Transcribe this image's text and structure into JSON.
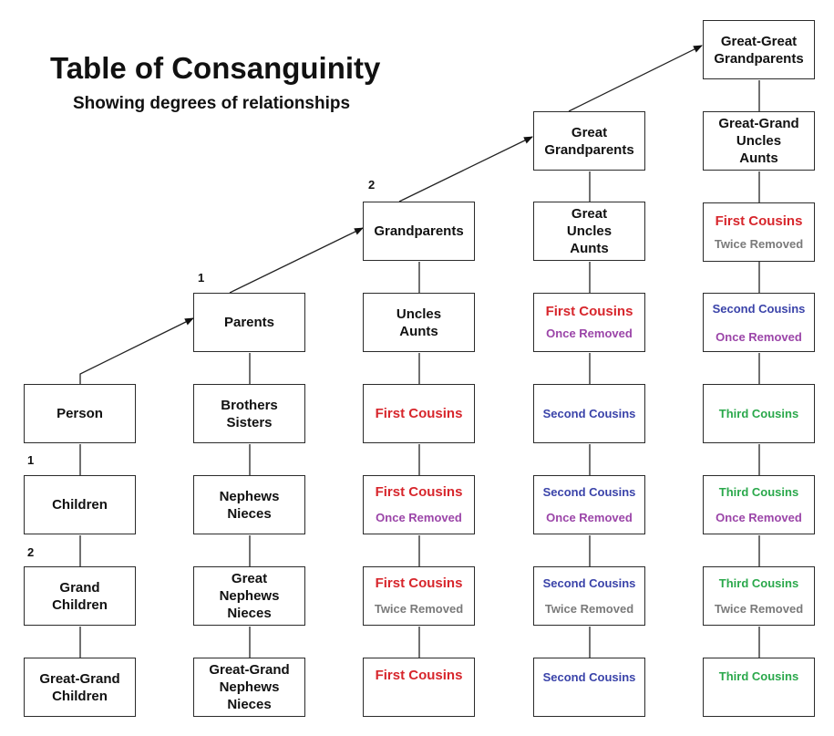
{
  "title": "Table of Consanguinity",
  "subtitle": "Showing degrees of relationships",
  "colors": {
    "first_cousins": "#d7262c",
    "once_removed": "#9b45a8",
    "twice_removed": "#7a7a7a",
    "second_cousins": "#3a43a9",
    "third_cousins": "#2aa84b"
  },
  "degree_marks": {
    "person_children": "1",
    "person_grand": "2",
    "parents": "1",
    "grandparents": "2"
  },
  "col1": {
    "person": "Person",
    "children": "Children",
    "grand_children": [
      "Grand",
      "Children"
    ],
    "great_grand_children": [
      "Great-Grand",
      "Children"
    ]
  },
  "col2": {
    "parents": "Parents",
    "siblings": [
      "Brothers",
      "Sisters"
    ],
    "nephews": [
      "Nephews",
      "Nieces"
    ],
    "great_nephews": [
      "Great",
      "Nephews",
      "Nieces"
    ],
    "great_grand_nephews": [
      "Great-Grand",
      "Nephews",
      "Nieces"
    ]
  },
  "col3": {
    "grandparents": "Grandparents",
    "uncles": [
      "Uncles",
      "Aunts"
    ],
    "r3": "First Cousins",
    "r4": [
      "First Cousins",
      "Once Removed"
    ],
    "r5": [
      "First Cousins",
      "Twice Removed"
    ],
    "r6": "First Cousins"
  },
  "col4": {
    "great_grandparents": [
      "Great",
      "Grandparents"
    ],
    "great_uncles": [
      "Great",
      "Uncles",
      "Aunts"
    ],
    "r2": [
      "First Cousins",
      "Once Removed"
    ],
    "r3": "Second Cousins",
    "r4": [
      "Second Cousins",
      "Once Removed"
    ],
    "r5": [
      "Second Cousins",
      "Twice Removed"
    ],
    "r6": "Second Cousins"
  },
  "col5": {
    "great_great_grandparents": [
      "Great-Great",
      "Grandparents"
    ],
    "great_grand_uncles": [
      "Great-Grand",
      "Uncles",
      "Aunts"
    ],
    "r1": [
      "First Cousins",
      "Twice Removed"
    ],
    "r2": [
      "Second Cousins",
      "Once Removed"
    ],
    "r3": "Third Cousins",
    "r4": [
      "Third Cousins",
      "Once Removed"
    ],
    "r5": [
      "Third Cousins",
      "Twice Removed"
    ],
    "r6": "Third Cousins"
  }
}
